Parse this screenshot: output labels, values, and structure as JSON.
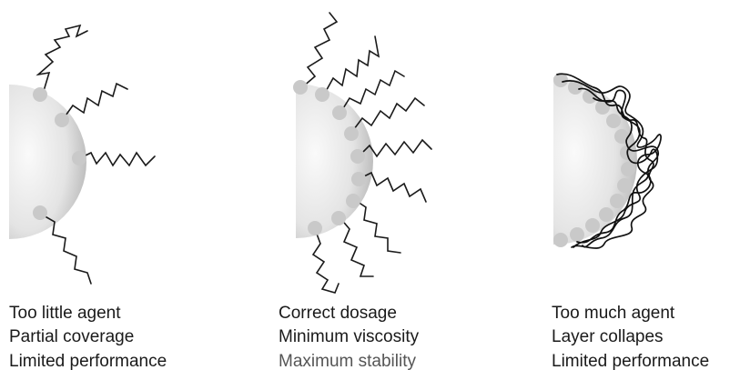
{
  "panels": [
    {
      "id": "too-little",
      "lines": [
        "Too little agent",
        "Partial coverage",
        "Limited performance"
      ]
    },
    {
      "id": "correct",
      "lines": [
        "Correct dosage",
        "Minimum viscosity",
        "Maximum stability"
      ]
    },
    {
      "id": "too-much",
      "lines": [
        "Too much agent",
        "Layer collapes",
        "Limited performance"
      ]
    }
  ],
  "colors": {
    "particle_light": "#f5f5f5",
    "particle_dark": "#a8a8a8",
    "anchor_head": "#c9c9c9",
    "chain": "#1a1a1a"
  }
}
